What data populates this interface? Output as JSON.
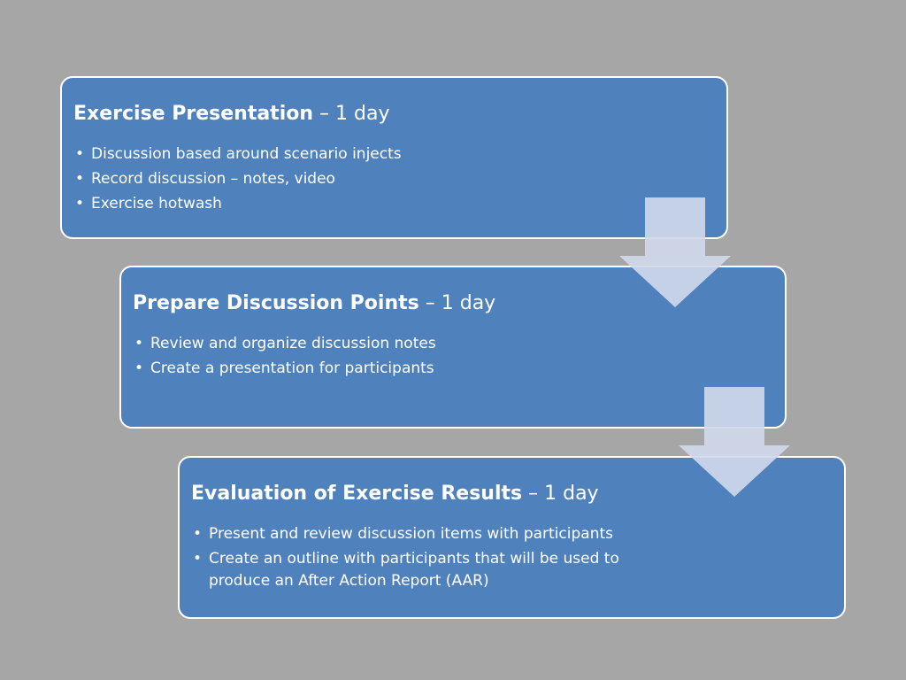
{
  "colors": {
    "background": "#a6a6a6",
    "box_fill": "#4f81bd",
    "box_border": "#ffffff",
    "arrow_fill": "#cfd8ea",
    "text": "#ffffff"
  },
  "steps": [
    {
      "title": "Exercise Presentation",
      "duration": "– 1 day",
      "bullets": [
        "Discussion based around scenario injects",
        "Record discussion – notes, video",
        "Exercise hotwash"
      ]
    },
    {
      "title": "Prepare Discussion Points",
      "duration": "– 1 day",
      "bullets": [
        "Review and organize discussion notes",
        "Create a presentation for participants"
      ]
    },
    {
      "title": "Evaluation of Exercise Results",
      "duration": "– 1 day",
      "bullets": [
        "Present and review discussion items with participants",
        "Create an outline with participants that will be used to produce an After Action Report (AAR)"
      ]
    }
  ],
  "bullet_glyph": "•"
}
